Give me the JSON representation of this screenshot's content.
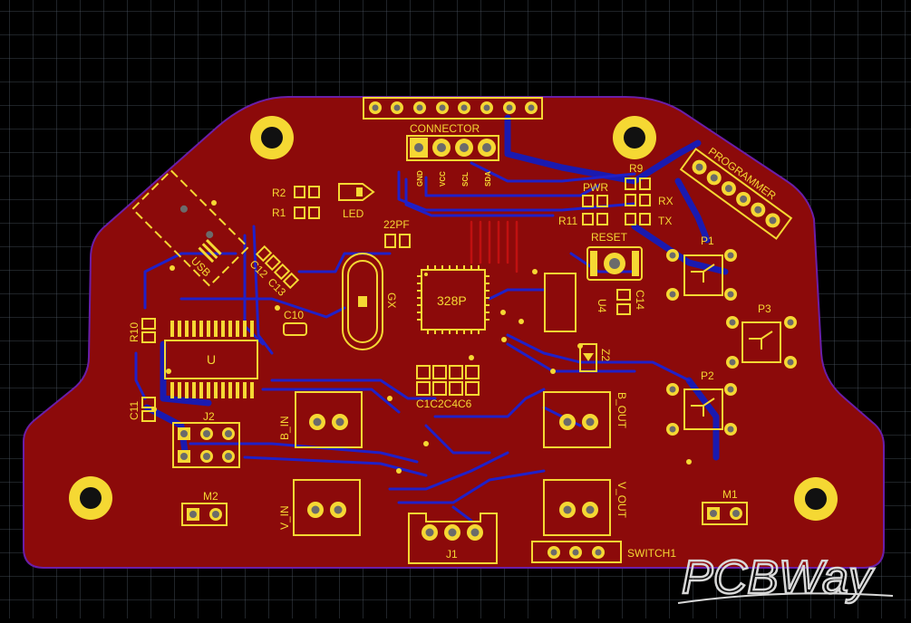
{
  "colors": {
    "background": "#000000",
    "grid": "#505a66",
    "board_copper": "#8c0a0a",
    "board_outline": "#6a1ea8",
    "bottom_traces": "#2020c8",
    "silkscreen": "#f5d833",
    "watermark": "#d8d8d8"
  },
  "board": {
    "labels": {
      "connector": "CONNECTOR",
      "gnd": "GND",
      "vcc": "VCC",
      "scl": "SCL",
      "sda": "SDA",
      "programmer": "PROGRAMMER",
      "r2": "R2",
      "r1": "R1",
      "led": "LED",
      "cap_22pf": "22PF",
      "pwr": "PWR",
      "r9": "R9",
      "rx": "RX",
      "r11": "R11",
      "tx": "TX",
      "reset": "RESET",
      "usb": "USB",
      "c12": "C12",
      "c13": "C13",
      "gx": "GX",
      "mcu": "328P",
      "u4": "U4",
      "c14": "C14",
      "p1": "P1",
      "p3": "P3",
      "p2": "P2",
      "r10": "R10",
      "c10": "C10",
      "u": "U",
      "z2": "Z2",
      "c1c2c4c6": "C1C2C4C6",
      "c11": "C11",
      "j2": "J2",
      "b_in": "B_IN",
      "b_out": "B_OUT",
      "v_in": "V_IN",
      "v_out": "V_OUT",
      "m2": "M2",
      "m1": "M1",
      "j1": "J1",
      "switch1": "SWITCH1"
    }
  },
  "watermark": {
    "text": "PCBWay"
  }
}
